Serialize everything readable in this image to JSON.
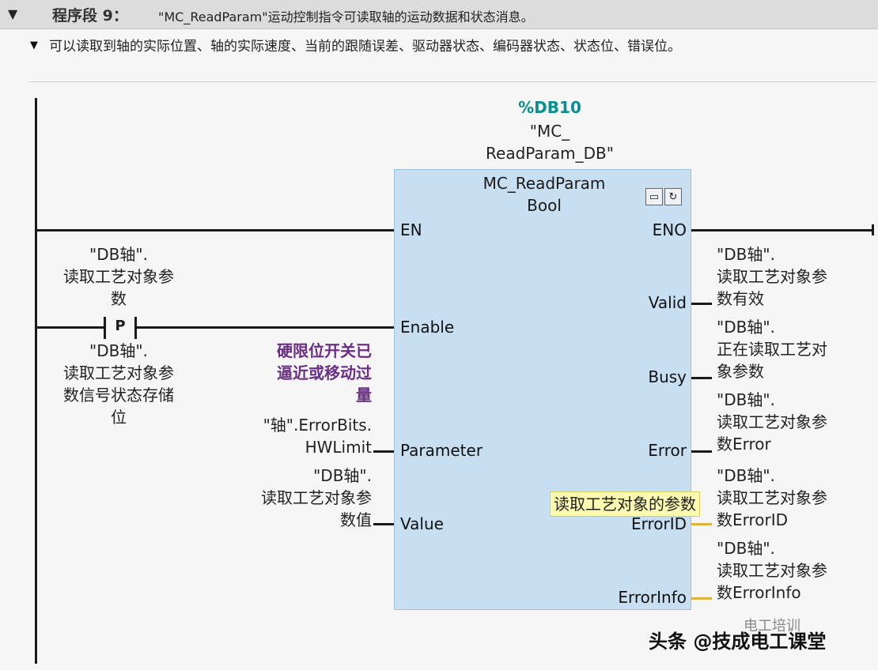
{
  "header": {
    "collapse_icon": "triangle-down",
    "network_label": "程序段 9：",
    "description": "\"MC_ReadParam\"运动控制指令可读取轴的运动数据和状态消息。"
  },
  "comment": {
    "text": "可以读取到轴的实际位置、轴的实际速度、当前的跟随误差、驱动器状态、编码器状态、状态位、错误位。"
  },
  "instance_db": {
    "address": "%DB10",
    "name_line1": "\"MC_",
    "name_line2": "ReadParam_DB\""
  },
  "function_block": {
    "title": "MC_ReadParam",
    "type": "Bool",
    "icons": [
      "instance-db-icon",
      "monitor-icon"
    ],
    "inputs": {
      "en": "EN",
      "enable": "Enable",
      "parameter": "Parameter",
      "value": "Value"
    },
    "outputs": {
      "eno": "ENO",
      "valid": "Valid",
      "busy": "Busy",
      "error": "Error",
      "error_id": "ErrorID",
      "error_info": "ErrorInfo"
    }
  },
  "contact": {
    "symbol": "P",
    "operand": [
      "\"DB轴\".",
      "读取工艺对象参",
      "数"
    ],
    "edge_memory": [
      "\"DB轴\".",
      "读取工艺对象参",
      "数信号状态存储",
      "位"
    ]
  },
  "parameter_comment": [
    "硬限位开关已",
    "逼近或移动过",
    "量"
  ],
  "parameter_operand": [
    "\"轴\".ErrorBits.",
    "HWLimit"
  ],
  "value_operand": [
    "\"DB轴\".",
    "读取工艺对象参",
    "数值"
  ],
  "output_operands": {
    "valid": [
      "\"DB轴\".",
      "读取工艺对象参",
      "数有效"
    ],
    "busy": [
      "\"DB轴\".",
      "正在读取工艺对",
      "象参数"
    ],
    "error": [
      "\"DB轴\".",
      "读取工艺对象参",
      "数Error"
    ],
    "error_id": [
      "\"DB轴\".",
      "读取工艺对象参",
      "数ErrorID"
    ],
    "error_info": [
      "\"DB轴\".",
      "读取工艺对象参",
      "数ErrorInfo"
    ]
  },
  "tooltip": "读取工艺对象的参数",
  "watermark": "头条 @技成电工课堂",
  "watermark_ghost": "电工培训",
  "colors": {
    "db_address": "#0a8f8f",
    "block_fill": "#c7dff0",
    "comment_purple": "#6b2e86",
    "tooltip_bg": "#fcf9b0"
  }
}
